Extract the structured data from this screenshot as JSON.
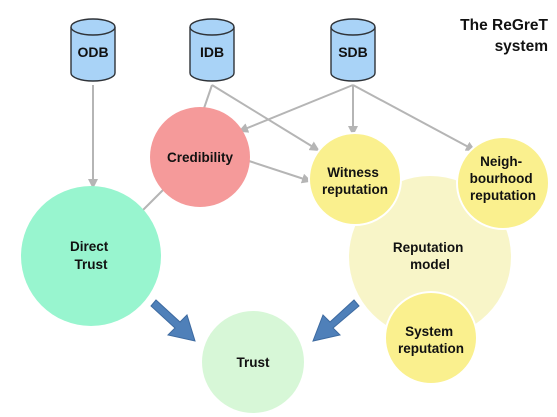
{
  "title": {
    "line1": "The ReGreT",
    "line2": "system"
  },
  "colors": {
    "db_fill": "#a9d3f7",
    "db_stroke": "#2f3338",
    "credibility_fill": "#f59a9a",
    "direct_trust_fill": "#98f5cf",
    "trust_fill": "#d7f7d7",
    "reputation_fill": "#f8f5c8",
    "yellow_fill": "#faf08e",
    "arrow_gray": "#b5b5b5",
    "arrow_blue": "#4f80b9"
  },
  "databases": [
    {
      "id": "odb",
      "label": "ODB"
    },
    {
      "id": "idb",
      "label": "IDB"
    },
    {
      "id": "sdb",
      "label": "SDB"
    }
  ],
  "nodes": {
    "credibility": {
      "lines": [
        "Credibility"
      ]
    },
    "direct_trust": {
      "lines": [
        "Direct",
        "Trust"
      ]
    },
    "witness": {
      "lines": [
        "Witness",
        "reputation"
      ]
    },
    "neighbourhood": {
      "lines": [
        "Neigh-",
        "bourhood",
        "reputation"
      ]
    },
    "reputation_model": {
      "lines": [
        "Reputation",
        "model"
      ]
    },
    "system": {
      "lines": [
        "System",
        "reputation"
      ]
    },
    "trust": {
      "lines": [
        "Trust"
      ]
    }
  }
}
